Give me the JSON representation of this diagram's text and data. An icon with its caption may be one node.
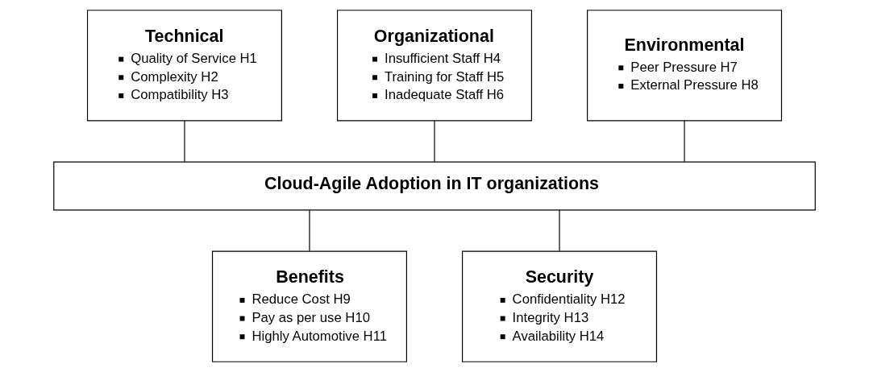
{
  "diagram": {
    "nodes": [
      {
        "text": [
          "Technical",
          "Quality of Service H1",
          "Complexity H2",
          "Compatibility H3"
        ]
      },
      {
        "text": [
          "Organizational",
          "Insufficient Staff H4",
          "Training for Staff H5",
          "Inadequate Staff H6"
        ]
      },
      {
        "text": [
          "Environmental",
          "Peer Pressure H7",
          "External Pressure H8"
        ]
      },
      {
        "text": [
          "Cloud-Agile Adoption in IT organizations"
        ]
      },
      {
        "text": [
          "Benefits",
          "Reduce Cost H9",
          "Pay as per use H10",
          "Highly Automotive H11"
        ]
      },
      {
        "text": [
          "Security",
          "Confidentiality H12",
          "Integrity H13",
          "Availability H14"
        ]
      }
    ],
    "edges": [
      {
        "from": 0,
        "to": 3,
        "arrow": "none"
      },
      {
        "from": 1,
        "to": 3,
        "arrow": "none"
      },
      {
        "from": 2,
        "to": 3,
        "arrow": "none"
      },
      {
        "from": 3,
        "to": 4,
        "arrow": "none"
      },
      {
        "from": 3,
        "to": 5,
        "arrow": "none"
      }
    ]
  }
}
